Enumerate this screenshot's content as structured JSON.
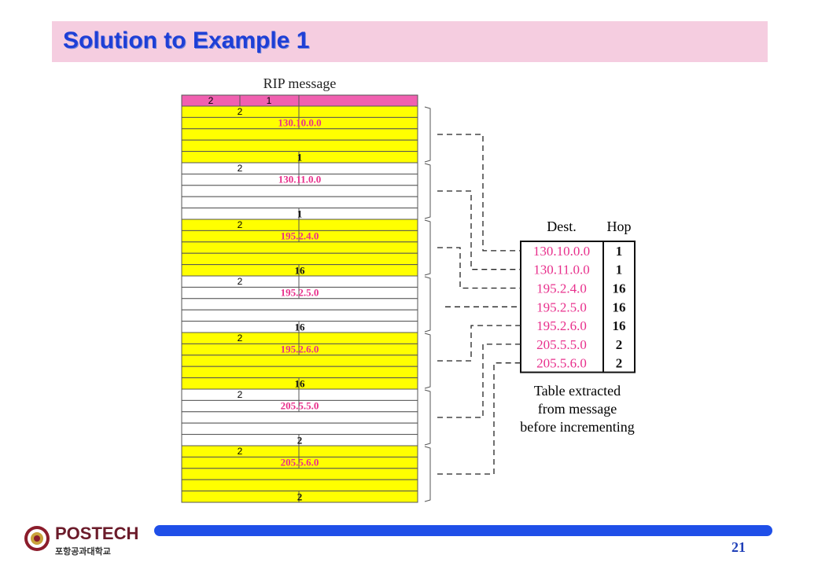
{
  "title": "Solution to Example 1",
  "page_number": "21",
  "logo": {
    "name": "POSTECH",
    "subtitle": "포항공과대학교"
  },
  "diagram": {
    "message_label": "RIP message",
    "header": {
      "command": "2",
      "version": "1"
    },
    "entries": [
      {
        "family": "2",
        "address": "130.10.0.0",
        "metric": "1",
        "highlight": true
      },
      {
        "family": "2",
        "address": "130.11.0.0",
        "metric": "1",
        "highlight": false
      },
      {
        "family": "2",
        "address": "195.2.4.0",
        "metric": "16",
        "highlight": true
      },
      {
        "family": "2",
        "address": "195.2.5.0",
        "metric": "16",
        "highlight": false
      },
      {
        "family": "2",
        "address": "195.2.6.0",
        "metric": "16",
        "highlight": true
      },
      {
        "family": "2",
        "address": "205.5.5.0",
        "metric": "2",
        "highlight": false
      },
      {
        "family": "2",
        "address": "205.5.6.0",
        "metric": "2",
        "highlight": true
      }
    ],
    "table": {
      "headers": [
        "Dest.",
        "Hop"
      ],
      "rows": [
        {
          "dest": "130.10.0.0",
          "hop": "1"
        },
        {
          "dest": "130.11.0.0",
          "hop": "1"
        },
        {
          "dest": "195.2.4.0",
          "hop": "16"
        },
        {
          "dest": "195.2.5.0",
          "hop": "16"
        },
        {
          "dest": "195.2.6.0",
          "hop": "16"
        },
        {
          "dest": "205.5.5.0",
          "hop": "2"
        },
        {
          "dest": "205.5.6.0",
          "hop": "2"
        }
      ],
      "caption": [
        "Table extracted",
        "from message",
        "before incrementing"
      ]
    },
    "colors": {
      "header_fill": "#f060b0",
      "highlight_fill": "#ffff00",
      "address_text": "#e8308c",
      "line": "#555555"
    }
  }
}
